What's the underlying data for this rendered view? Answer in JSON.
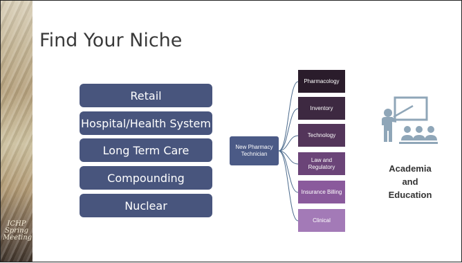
{
  "slide": {
    "title": "Find Your Niche",
    "logo_text": "ICHP Spring Meeting"
  },
  "settings": [
    {
      "label": "Retail"
    },
    {
      "label": "Hospital/Health System"
    },
    {
      "label": "Long Term Care"
    },
    {
      "label": "Compounding"
    },
    {
      "label": "Nuclear"
    }
  ],
  "center": {
    "label": "New Pharmacy Technician"
  },
  "branches": [
    {
      "label": "Pharmacology",
      "color": "#2a1c2b"
    },
    {
      "label": "Inventory",
      "color": "#3d2941"
    },
    {
      "label": "Technology",
      "color": "#53355a"
    },
    {
      "label": "Law and Regulatory",
      "color": "#6b4478"
    },
    {
      "label": "Insurance Billing",
      "color": "#8a5a9c"
    },
    {
      "label": "Clinical",
      "color": "#a37ab7"
    }
  ],
  "academia": {
    "line1": "Academia",
    "line2": "and",
    "line3": "Education",
    "icon": "teacher-presentation-icon",
    "icon_color": "#8fa6b8"
  },
  "colors": {
    "setting_box": "#48557d",
    "center_box": "#4b5a86",
    "connector": "#4b6a8c"
  }
}
